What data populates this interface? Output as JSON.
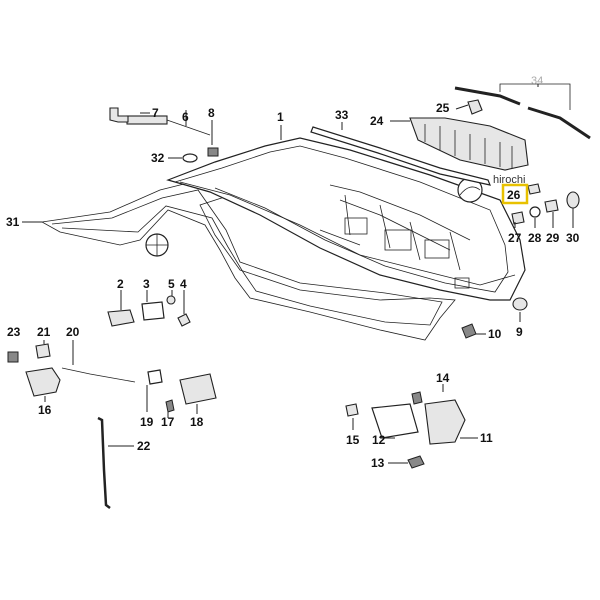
{
  "watermark": "hirochi",
  "highlight_color": "#e8c100",
  "labels": {
    "p1": "1",
    "p2": "2",
    "p3": "3",
    "p4": "4",
    "p5": "5",
    "p6": "6",
    "p7": "7",
    "p8": "8",
    "p9": "9",
    "p10": "10",
    "p11": "11",
    "p12": "12",
    "p13": "13",
    "p14": "14",
    "p15": "15",
    "p16": "16",
    "p17": "17",
    "p18": "18",
    "p19": "19",
    "p20": "20",
    "p21": "21",
    "p22": "22",
    "p23": "23",
    "p24": "24",
    "p25": "25",
    "p26": "26",
    "p27": "27",
    "p28": "28",
    "p29": "29",
    "p30": "30",
    "p31": "31",
    "p32": "32",
    "p33": "33",
    "p34": "34"
  },
  "highlighted_part": "26"
}
